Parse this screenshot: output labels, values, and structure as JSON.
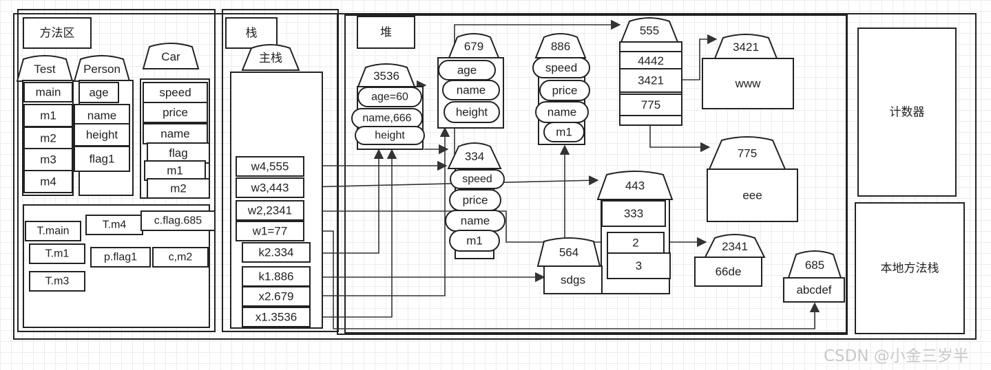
{
  "watermark": "CSDN @小金三岁半",
  "regions": {
    "method_area": "方法区",
    "stack": "栈",
    "heap": "堆",
    "pc": "计数器",
    "native_stack": "本地方法栈"
  },
  "method_area": {
    "classes": [
      {
        "name": "Test",
        "members": [
          "main",
          "m1",
          "m2",
          "m3",
          "m4"
        ]
      },
      {
        "name": "Person",
        "members": [
          "age",
          "name",
          "height",
          "flag1"
        ]
      },
      {
        "name": "Car",
        "members": [
          "speed",
          "price",
          "name",
          "flag",
          "m1",
          "m2"
        ]
      }
    ],
    "refs": [
      "T.main",
      "T.m4",
      "c.flag.685",
      "T.m1",
      "p.flag1",
      "c,m2",
      "T.m3"
    ]
  },
  "stack": {
    "main_stack": "主栈",
    "frames": [
      "w4,555",
      "w3,443",
      "w2,2341",
      "w1=77",
      "k2.334",
      "k1.886",
      "x2.679",
      "x1.3536"
    ]
  },
  "heap": {
    "objects": [
      {
        "addr": "3536",
        "fields": [
          "age=60",
          "name,666",
          "height"
        ]
      },
      {
        "addr": "679",
        "fields": [
          "age",
          "name",
          "height"
        ]
      },
      {
        "addr": "886",
        "fields": [
          "speed",
          "price",
          "name",
          "m1"
        ]
      },
      {
        "addr": "555",
        "fields": [
          "4442",
          "3421",
          "775"
        ]
      },
      {
        "addr": "3421",
        "fields": [
          "www"
        ]
      },
      {
        "addr": "334",
        "fields": [
          "speed",
          "price",
          "name",
          "m1"
        ]
      },
      {
        "addr": "775",
        "fields": [
          "eee"
        ]
      },
      {
        "addr": "443",
        "fields": [
          "333",
          "2",
          "3"
        ]
      },
      {
        "addr": "564",
        "fields": [
          "sdgs"
        ]
      },
      {
        "addr": "2341",
        "fields": [
          "66de"
        ]
      },
      {
        "addr": "685",
        "fields": [
          "abcdef"
        ]
      }
    ]
  }
}
